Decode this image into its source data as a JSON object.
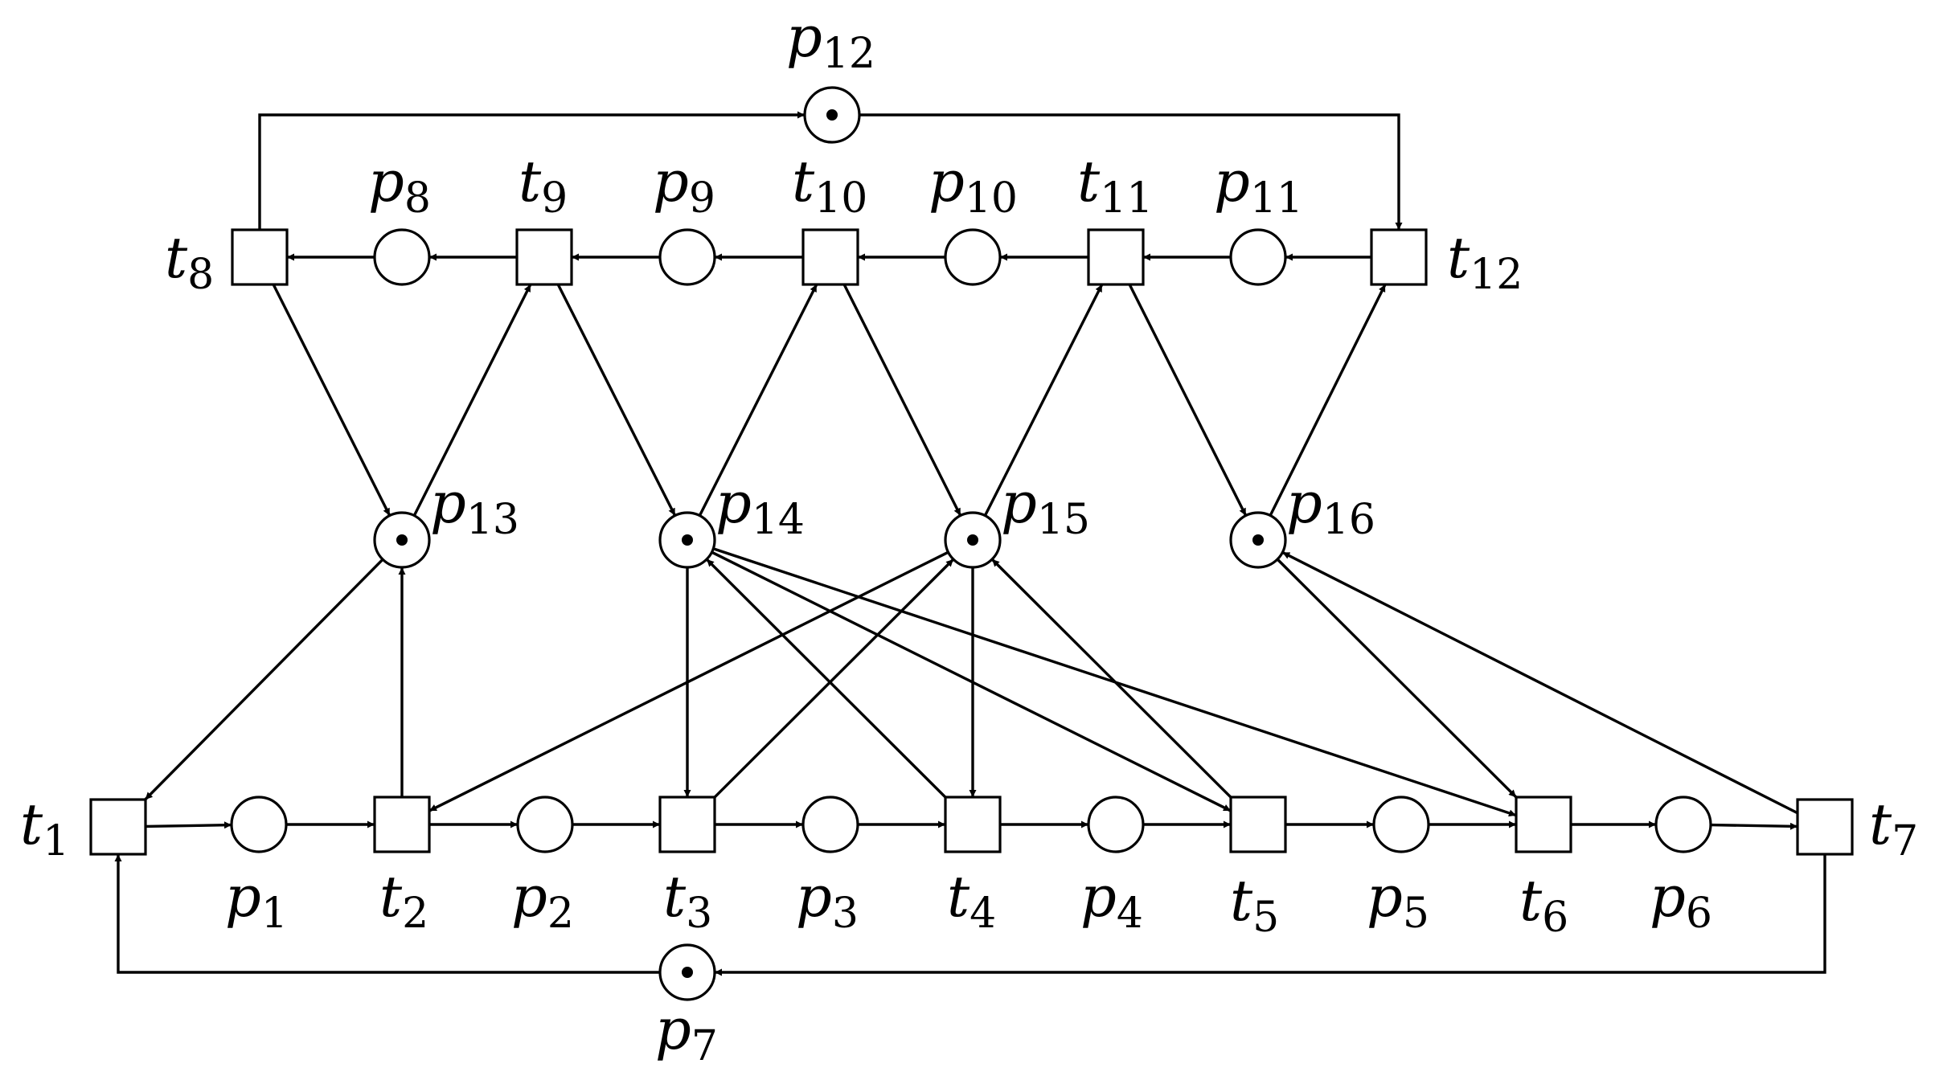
{
  "petri_net": {
    "places": [
      {
        "id": "p1",
        "name": "p",
        "sub": "1",
        "tokens": 0
      },
      {
        "id": "p2",
        "name": "p",
        "sub": "2",
        "tokens": 0
      },
      {
        "id": "p3",
        "name": "p",
        "sub": "3",
        "tokens": 0
      },
      {
        "id": "p4",
        "name": "p",
        "sub": "4",
        "tokens": 0
      },
      {
        "id": "p5",
        "name": "p",
        "sub": "5",
        "tokens": 0
      },
      {
        "id": "p6",
        "name": "p",
        "sub": "6",
        "tokens": 0
      },
      {
        "id": "p7",
        "name": "p",
        "sub": "7",
        "tokens": 1
      },
      {
        "id": "p8",
        "name": "p",
        "sub": "8",
        "tokens": 0
      },
      {
        "id": "p9",
        "name": "p",
        "sub": "9",
        "tokens": 0
      },
      {
        "id": "p10",
        "name": "p",
        "sub": "10",
        "tokens": 0
      },
      {
        "id": "p11",
        "name": "p",
        "sub": "11",
        "tokens": 0
      },
      {
        "id": "p12",
        "name": "p",
        "sub": "12",
        "tokens": 1
      },
      {
        "id": "p13",
        "name": "p",
        "sub": "13",
        "tokens": 1
      },
      {
        "id": "p14",
        "name": "p",
        "sub": "14",
        "tokens": 1
      },
      {
        "id": "p15",
        "name": "p",
        "sub": "15",
        "tokens": 1
      },
      {
        "id": "p16",
        "name": "p",
        "sub": "16",
        "tokens": 1
      }
    ],
    "transitions": [
      {
        "id": "t1",
        "name": "t",
        "sub": "1"
      },
      {
        "id": "t2",
        "name": "t",
        "sub": "2"
      },
      {
        "id": "t3",
        "name": "t",
        "sub": "3"
      },
      {
        "id": "t4",
        "name": "t",
        "sub": "4"
      },
      {
        "id": "t5",
        "name": "t",
        "sub": "5"
      },
      {
        "id": "t6",
        "name": "t",
        "sub": "6"
      },
      {
        "id": "t7",
        "name": "t",
        "sub": "7"
      },
      {
        "id": "t8",
        "name": "t",
        "sub": "8"
      },
      {
        "id": "t9",
        "name": "t",
        "sub": "9"
      },
      {
        "id": "t10",
        "name": "t",
        "sub": "10"
      },
      {
        "id": "t11",
        "name": "t",
        "sub": "11"
      },
      {
        "id": "t12",
        "name": "t",
        "sub": "12"
      }
    ],
    "arcs": [
      [
        "t1",
        "p1"
      ],
      [
        "p1",
        "t2"
      ],
      [
        "t2",
        "p2"
      ],
      [
        "p2",
        "t3"
      ],
      [
        "t3",
        "p3"
      ],
      [
        "p3",
        "t4"
      ],
      [
        "t4",
        "p4"
      ],
      [
        "p4",
        "t5"
      ],
      [
        "t5",
        "p5"
      ],
      [
        "p5",
        "t6"
      ],
      [
        "t6",
        "p6"
      ],
      [
        "p6",
        "t7"
      ],
      [
        "t7",
        "p7"
      ],
      [
        "p7",
        "t1"
      ],
      [
        "t12",
        "p11"
      ],
      [
        "p11",
        "t11"
      ],
      [
        "t11",
        "p10"
      ],
      [
        "p10",
        "t10"
      ],
      [
        "t10",
        "p9"
      ],
      [
        "p9",
        "t9"
      ],
      [
        "t9",
        "p8"
      ],
      [
        "p8",
        "t8"
      ],
      [
        "t8",
        "p12"
      ],
      [
        "p12",
        "t12"
      ],
      [
        "t8",
        "p13"
      ],
      [
        "p13",
        "t9"
      ],
      [
        "t9",
        "p14"
      ],
      [
        "p14",
        "t10"
      ],
      [
        "t10",
        "p15"
      ],
      [
        "p15",
        "t11"
      ],
      [
        "t11",
        "p16"
      ],
      [
        "p16",
        "t12"
      ],
      [
        "p13",
        "t1"
      ],
      [
        "t2",
        "p13"
      ],
      [
        "p15",
        "t2"
      ],
      [
        "p14",
        "t3"
      ],
      [
        "t3",
        "p15"
      ],
      [
        "t4",
        "p14"
      ],
      [
        "p15",
        "t4"
      ],
      [
        "p14",
        "t5"
      ],
      [
        "t5",
        "p15"
      ],
      [
        "p14",
        "t6"
      ],
      [
        "p16",
        "t6"
      ],
      [
        "t7",
        "p16"
      ]
    ]
  }
}
